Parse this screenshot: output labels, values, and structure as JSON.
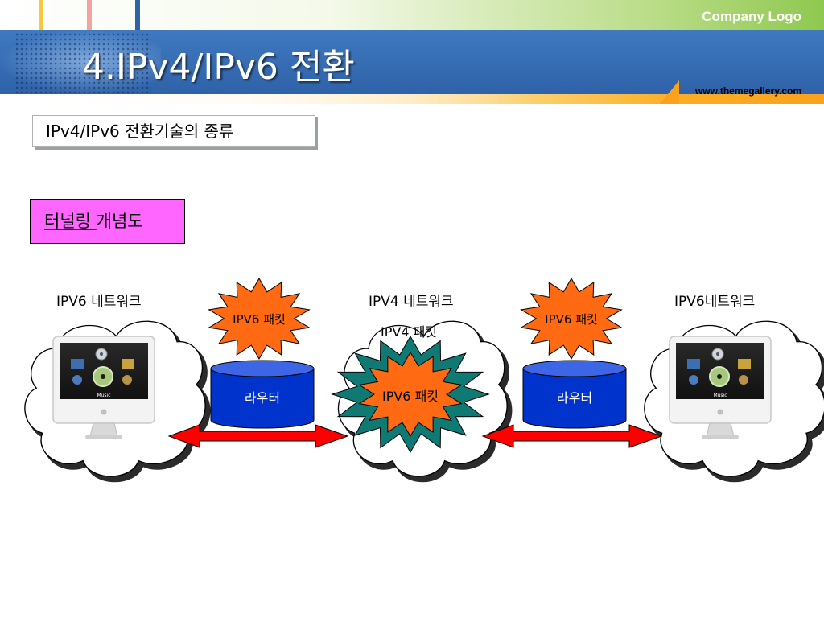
{
  "header": {
    "company_logo": "Company Logo",
    "website": "www.themegallery.com",
    "title": "4.IPv4/IPv6 전환",
    "colors": {
      "title_bar": "#3470b7",
      "top_strip_accent": "#8fc84f",
      "bottom_bar_accent": "#f9a21e"
    }
  },
  "subtitle": "IPv4/IPv6 전환기술의 종류",
  "concept": {
    "underlined": "터널링 ",
    "rest": "개념도",
    "background": "#ff66ff"
  },
  "diagram": {
    "left_network": "IPV6 네트워크",
    "middle_network": "IPV4 네트워크",
    "right_network": "IPV6네트워크",
    "left_packet": "IPV6 패킷",
    "right_packet": "IPV6 패킷",
    "tunnel_label": "IPV4 패킷",
    "inner_packet": "IPV6 패킷",
    "left_router": "라우터",
    "right_router": "라우터",
    "computer_screen_label": "Music",
    "colors": {
      "starburst": "#ff6a13",
      "outer_starburst": "#0f7a74",
      "router": "#0033cc",
      "arrow": "#ff0000"
    }
  }
}
